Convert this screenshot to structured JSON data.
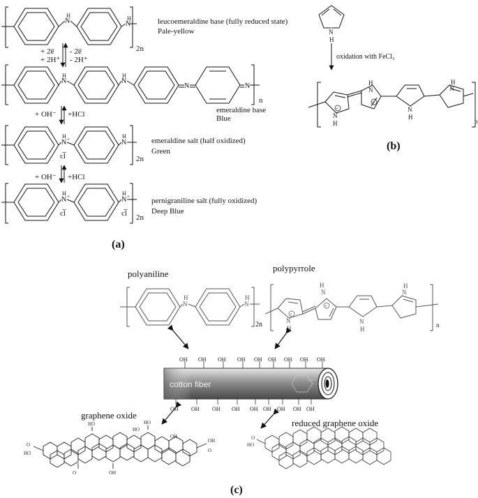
{
  "panel_a": {
    "label": "(a)",
    "leuco_name": "leucoemeraldine base (fully reduced state)",
    "leuco_color": "Pale-yellow",
    "emeraldine_base_name": "emeraldine base",
    "emeraldine_base_color": "Blue",
    "emeraldine_salt_name": "emeraldine salt (half oxidized)",
    "emeraldine_salt_color": "Green",
    "pernigraniline_name": "pernigraniline salt (fully oxidized)",
    "pernigraniline_color": "Deep Blue",
    "step1_left": "+ 2e̅\n+ 2H⁺",
    "step1_left_a": "+ 2e̅",
    "step1_left_b": "+ 2H⁺",
    "step1_right_a": "- 2e̅",
    "step1_right_b": "- 2H⁺",
    "step2_left": "+ OH⁻",
    "step2_right": "+HCl",
    "step3_left": "+ OH⁻",
    "step3_right": "+HCl",
    "sub_2n": "2n",
    "sub_n": "n",
    "chloride": "cl̅"
  },
  "panel_b": {
    "label": "(b)",
    "reagent": "oxidation with FeCl₃",
    "sub_n": "n"
  },
  "panel_c": {
    "label": "(c)",
    "polyaniline": "polyaniline",
    "polypyrrole": "polypyrrole",
    "cotton_fiber": "cotton fiber",
    "graphene_oxide": "graphene oxide",
    "reduced_graphene_oxide": "reduced graphene oxide",
    "oh": "OH",
    "ho": "HO",
    "sub_2n": "2n",
    "sub_n": "n"
  }
}
